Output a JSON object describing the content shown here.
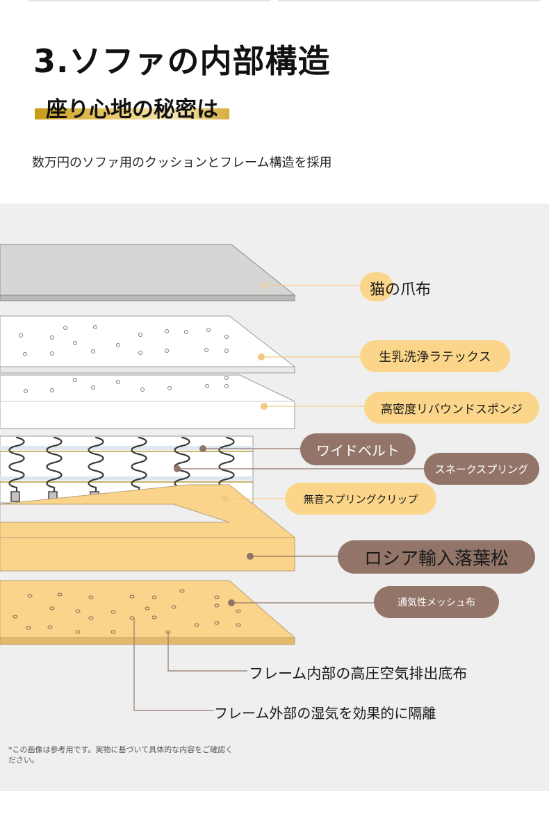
{
  "header": {
    "title": "3.ソファの内部構造",
    "subtitle": "座り心地の秘密は",
    "description": "数万円のソファ用のクッションとフレーム構造を採用"
  },
  "labels": {
    "cat_scratch": "猫の爪布",
    "latex": "生乳洗浄ラテックス",
    "sponge": "高密度リバウンドスポンジ",
    "wide_belt": "ワイドベルト",
    "snake_spring": "スネークスプリング",
    "spring_clip": "無音スプリングクリップ",
    "larch": "ロシア輸入落葉松",
    "mesh": "通気性メッシュ布",
    "inner_cloth": "フレーム内部の高圧空気排出底布",
    "outer_cloth": "フレーム外部の湿気を効果的に隔離"
  },
  "note": "*この画像は参考用です。実物に基づいて具体的な内容をご確認ください。",
  "colors": {
    "pill_yellow": "#fbd68a",
    "pill_brown": "#927568",
    "wood": "#fbd48c",
    "background": "#efefef"
  }
}
